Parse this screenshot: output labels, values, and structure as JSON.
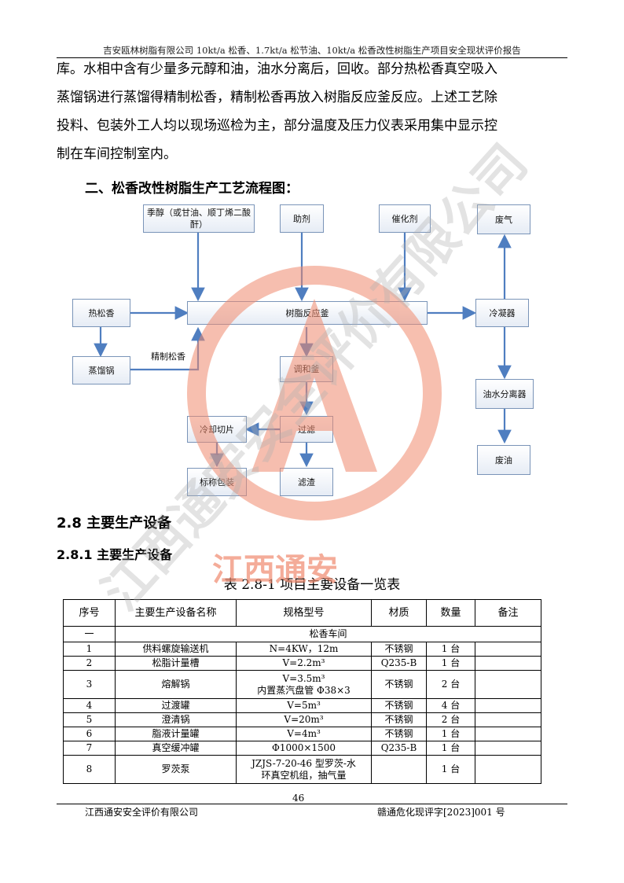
{
  "header": {
    "title": "吉安瓯林树脂有限公司 10kt/a 松香、1.7kt/a 松节油、10kt/a 松香改性树脂生产项目安全现状评价报告"
  },
  "paragraph_lines": [
    "库。水相中含有少量多元醇和油，油水分离后，回收。部分热松香真空吸入",
    "蒸馏锅进行蒸馏得精制松香，精制松香再放入树脂反应釜反应。上述工艺除",
    "投料、包装外工人均以现场巡检为主，部分温度及压力仪表采用集中显示控",
    "制在车间控制室内。"
  ],
  "section_title": "二、松香改性树脂生产工艺流程图：",
  "flowchart": {
    "boxes": {
      "polyol": "季醇（或甘油、顺丁烯二酸酐）",
      "auxiliary": "助剂",
      "catalyst": "催化剂",
      "waste_gas": "废气",
      "hot_rosin": "热松香",
      "reactor": "树脂反应釜",
      "condenser": "冷凝器",
      "still": "蒸馏锅",
      "blend_kettle": "调和釜",
      "oil_water_sep": "油水分离器",
      "cool_slice": "冷却切片",
      "filter": "过滤",
      "weigh_pack": "标称包装",
      "residue": "滤渣",
      "waste_oil": "废油"
    },
    "labels": {
      "refined_rosin": "精制松香"
    }
  },
  "heading_28": "2.8 主要生产设备",
  "heading_281": "2.8.1 主要生产设备",
  "table_caption": "表 2.8-1   项目主要设备一览表",
  "table": {
    "headers": [
      "序号",
      "主要生产设备名称",
      "规格型号",
      "材质",
      "数量",
      "备注"
    ],
    "group": {
      "no": "一",
      "name": "松香车间"
    },
    "rows": [
      {
        "no": "1",
        "name": "供料螺旋输送机",
        "spec": "N=4KW，12m",
        "material": "不锈钢",
        "qty": "1 台",
        "note": ""
      },
      {
        "no": "2",
        "name": "松脂计量槽",
        "spec": "V=2.2m³",
        "material": "Q235-B",
        "qty": "1 台",
        "note": ""
      },
      {
        "no": "3",
        "name": "熔解锅",
        "spec": "V=3.5m³",
        "spec2": "内置蒸汽盘管 Φ38×3",
        "material": "不锈钢",
        "qty": "2 台",
        "note": ""
      },
      {
        "no": "4",
        "name": "过渡罐",
        "spec": "V=5m³",
        "material": "不锈钢",
        "qty": "4 台",
        "note": ""
      },
      {
        "no": "5",
        "name": "澄清锅",
        "spec": "V=20m³",
        "material": "不锈钢",
        "qty": "2 台",
        "note": ""
      },
      {
        "no": "6",
        "name": "脂液计量罐",
        "spec": "V=4m³",
        "material": "不锈钢",
        "qty": "1 台",
        "note": ""
      },
      {
        "no": "7",
        "name": "真空缓冲罐",
        "spec": "Φ1000×1500",
        "material": "Q235-B",
        "qty": "1 台",
        "note": ""
      },
      {
        "no": "8",
        "name": "罗茨泵",
        "spec": "JZJS-7-20-46 型罗茨-水",
        "spec2": "环真空机组，抽气量",
        "material": "",
        "qty": "1 台",
        "note": ""
      }
    ]
  },
  "footer": {
    "page_number": "46",
    "company": "江西通安安全评价有限公司",
    "doc_number": "赣通危化现评字[2023]001 号"
  },
  "watermark": {
    "ring_text": "江西通安安全评价有限公司",
    "stamp_text": "江西通安",
    "color": "#f08a6e",
    "gray": "#c8c8c8"
  },
  "colors": {
    "arrow": "#4f7ec0",
    "box_border": "#7a94b8"
  }
}
